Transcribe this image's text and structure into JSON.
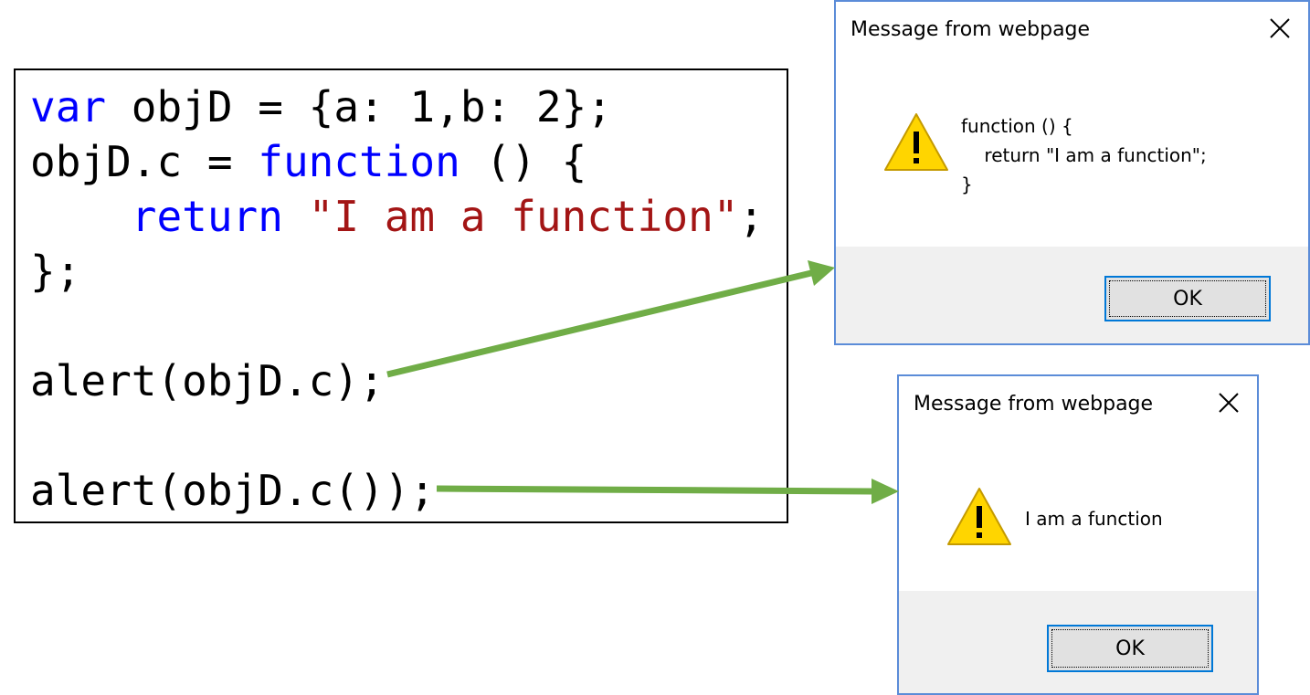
{
  "code": {
    "line1": {
      "kw": "var",
      "rest": " objD = {a: 1,b: 2};"
    },
    "line2": {
      "pre": "objD.c = ",
      "kw": "function",
      "rest": " () {"
    },
    "line3": {
      "indent": "    ",
      "kw": "return",
      "sp": " ",
      "str": "\"I am a function\"",
      "rest": ";"
    },
    "line4": "};",
    "line5": "alert(objD.c);",
    "line6": "alert(objD.c());"
  },
  "dialog1": {
    "title": "Message from webpage",
    "close": "✕",
    "message": "function () {\n    return \"I am a function\";\n}",
    "ok": "OK"
  },
  "dialog2": {
    "title": "Message from webpage",
    "close": "✕",
    "message": "I am a function",
    "ok": "OK"
  },
  "colors": {
    "keyword": "#0000ff",
    "string": "#a31515",
    "arrow": "#70ad47",
    "dialog_border": "#5b8cd8",
    "warning_fill": "#ffd500"
  },
  "icons": {
    "warning": "warning-icon",
    "close": "close-icon"
  }
}
